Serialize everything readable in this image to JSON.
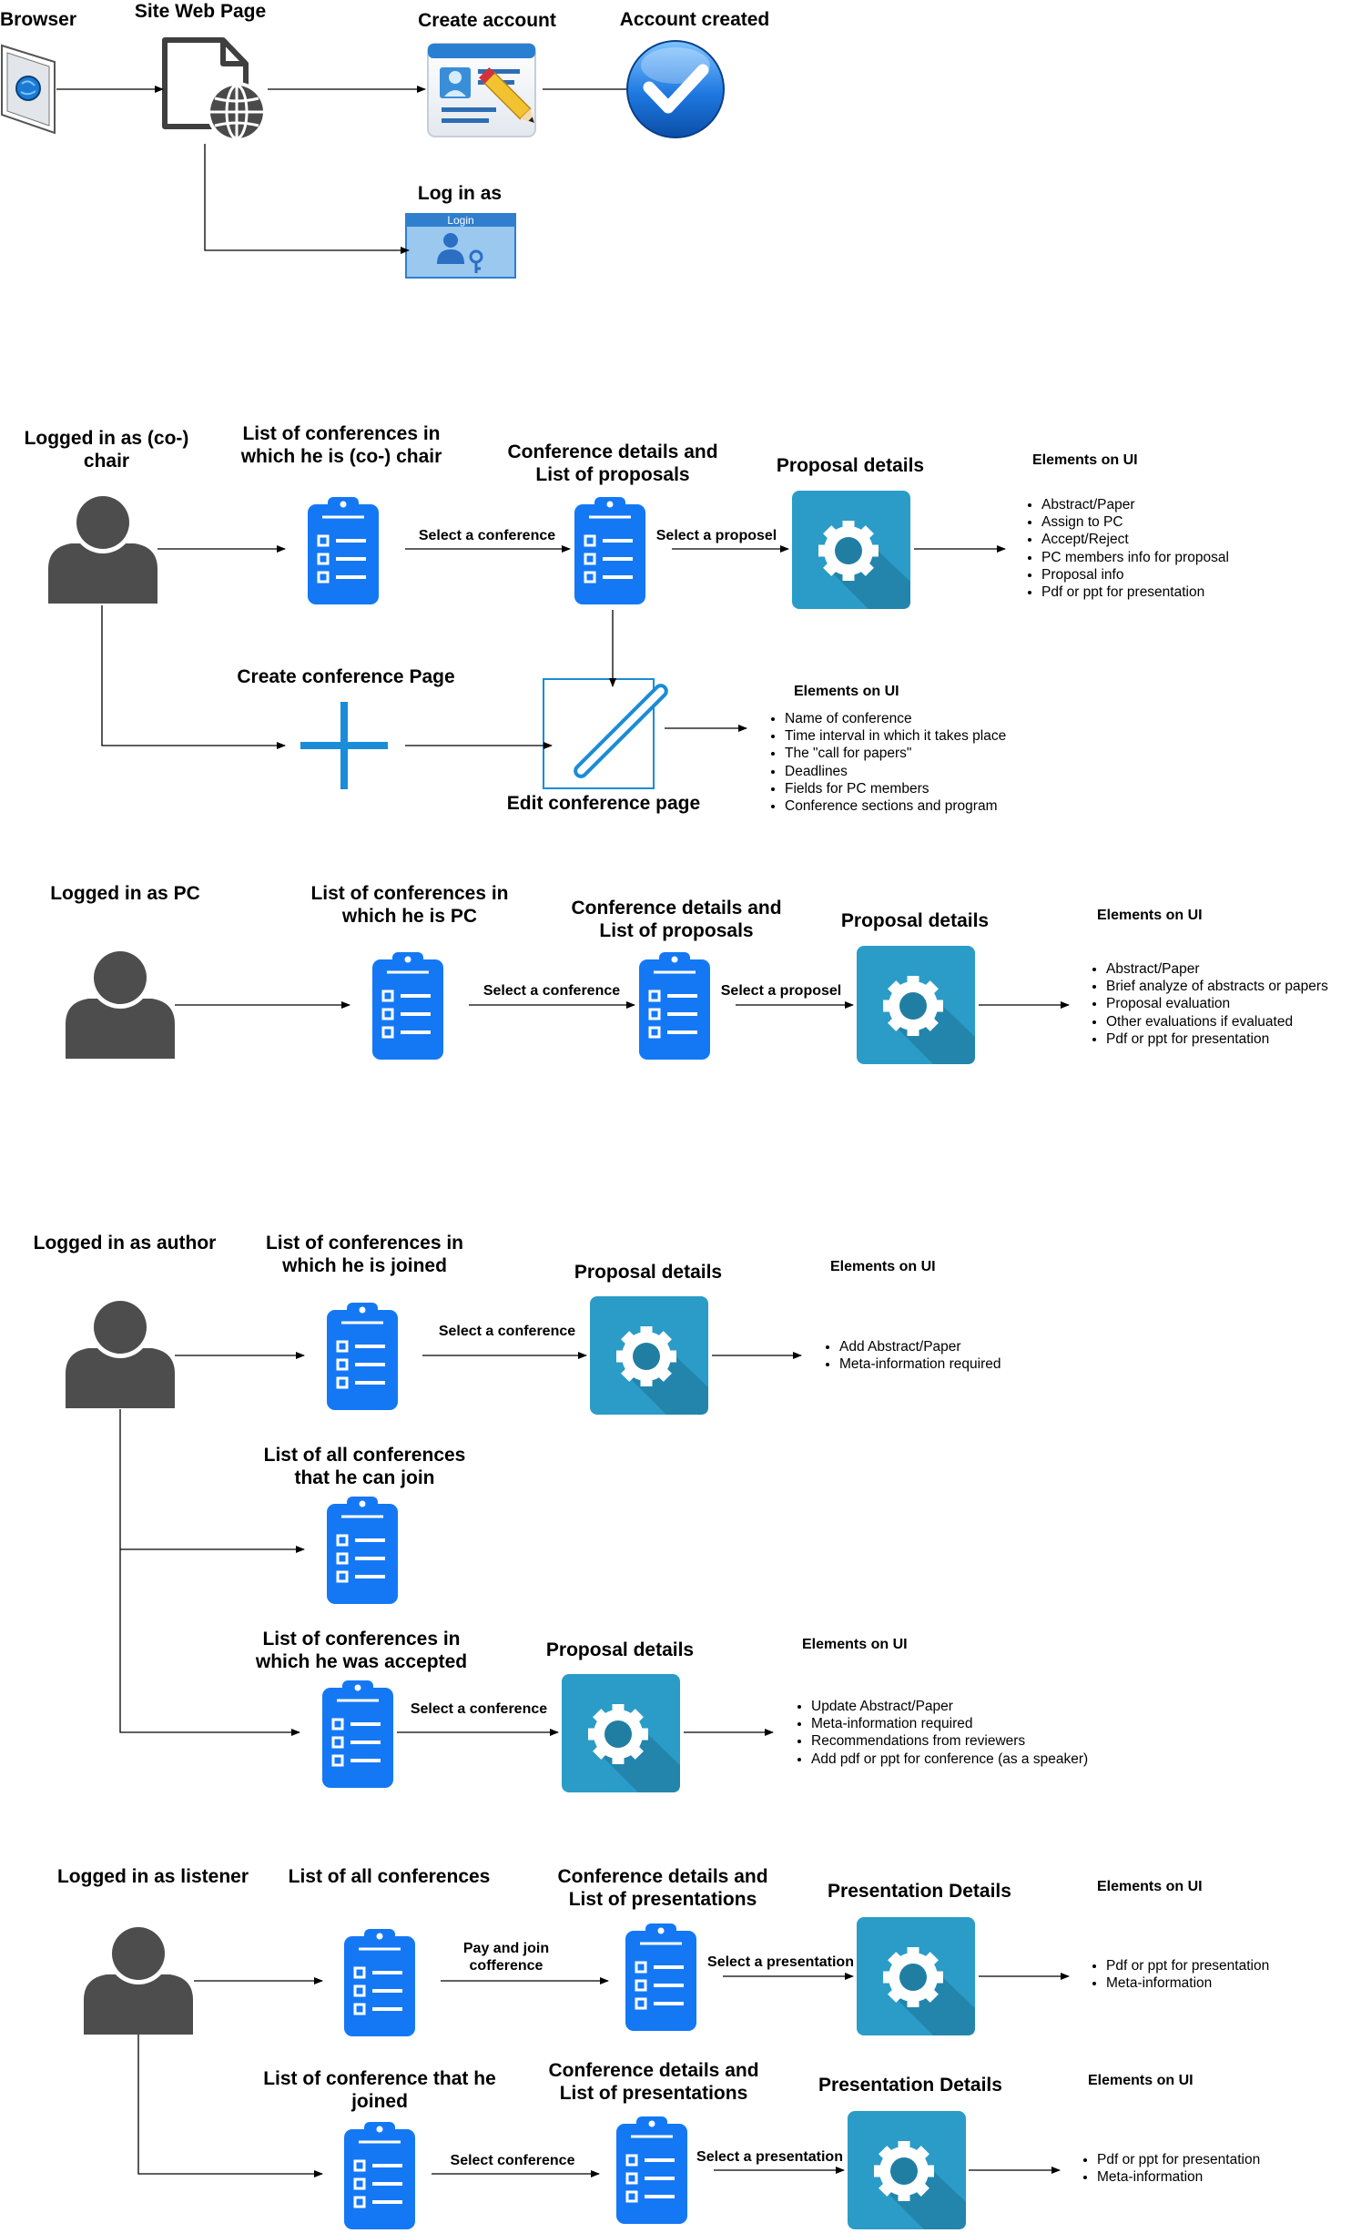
{
  "signup": {
    "browser": "Browser",
    "site_web_page": "Site Web Page",
    "create_account": "Create account",
    "account_created": "Account created",
    "log_in_as": "Log in as",
    "login_window_title": "Login"
  },
  "chair": {
    "actor": "Logged in as (co-) chair",
    "list": "List of conferences in which he is (co-) chair",
    "select_conference": "Select a conference",
    "details": "Conference details and List of proposals",
    "select_proposal": "Select a proposel",
    "proposal": "Proposal details",
    "elements_heading": "Elements on UI",
    "elements": [
      "Abstract/Paper",
      "Assign to PC",
      "Accept/Reject",
      "PC members info for proposal",
      "Proposal info",
      "Pdf or ppt for presentation"
    ],
    "create_page": "Create conference Page",
    "edit_page": "Edit conference page",
    "edit_elements_heading": "Elements on UI",
    "edit_elements": [
      "Name of conference",
      "Time interval in which it takes place",
      "The \"call for papers\"",
      "Deadlines",
      "Fields for PC members",
      "Conference sections and program"
    ]
  },
  "pc": {
    "actor": "Logged in as PC",
    "list": "List of conferences in which he is PC",
    "select_conference": "Select a conference",
    "details": "Conference details and List of proposals",
    "select_proposal": "Select a proposel",
    "proposal": "Proposal details",
    "elements_heading": "Elements on UI",
    "elements": [
      "Abstract/Paper",
      "Brief analyze of abstracts or papers",
      "Proposal evaluation",
      "Other evaluations if evaluated",
      "Pdf or ppt for presentation"
    ]
  },
  "author": {
    "actor": "Logged in as author",
    "joined_list": "List of conferences in which he is joined",
    "select_conference": "Select a conference",
    "proposal": "Proposal details",
    "elements_heading": "Elements on UI",
    "elements": [
      "Add Abstract/Paper",
      "Meta-information required"
    ],
    "all_list": "List of  all conferences that he can join",
    "accepted_list": "List of conferences in which he was accepted",
    "accepted_select": "Select a conference",
    "accepted_proposal": "Proposal details",
    "accepted_elements_heading": "Elements on UI",
    "accepted_elements": [
      "Update Abstract/Paper",
      "Meta-information required",
      "Recommendations from  reviewers",
      "Add pdf or ppt for conference (as a speaker)"
    ]
  },
  "listener": {
    "actor": "Logged in as listener",
    "all_list": "List of all  conferences",
    "pay_join": "Pay and join cofference",
    "details": "Conference details and List of  presentations",
    "select_presentation": "Select a presentation",
    "presentation": "Presentation Details",
    "elements_heading": "Elements on UI",
    "elements": [
      "Pdf or ppt for presentation",
      "Meta-information"
    ],
    "joined_list": "List of conference that he joined",
    "select_conference": "Select conference",
    "details2": "Conference details and List of  presentations",
    "select_presentation2": "Select a presentation",
    "presentation2": "Presentation Details",
    "elements2_heading": "Elements on UI",
    "elements2": [
      "Pdf or ppt for presentation",
      "Meta-information"
    ]
  },
  "colors": {
    "clipboard": "#1478f5",
    "gear_tile": "#2a9cc7",
    "user": "#4d4d4d",
    "plus": "#1a8cd8"
  }
}
